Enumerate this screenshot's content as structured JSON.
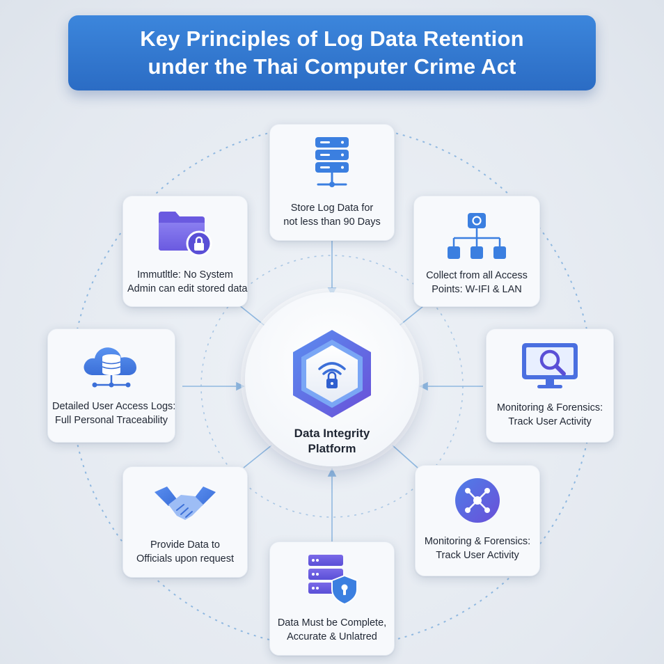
{
  "title": {
    "line1": "Key Principles of Log Data Retention",
    "line2": "under the Thai Computer Crime Act"
  },
  "hub": {
    "line1": "Data Integrity",
    "line2": "Platform",
    "icon": "shield-wifi-lock-icon"
  },
  "nodes": [
    {
      "id": "top",
      "icon": "server-stack-icon",
      "line1": "Store Log Data for",
      "line2": "not less than 90 Days"
    },
    {
      "id": "top-right",
      "icon": "network-hierarchy-icon",
      "line1": "Collect from all Access",
      "line2": "Points: W-IFI & LAN"
    },
    {
      "id": "right",
      "icon": "monitor-search-icon",
      "line1": "Monitoring & Forensics:",
      "line2": "Track User Activity"
    },
    {
      "id": "bottom-right",
      "icon": "network-hub-icon",
      "line1": "Monitoring & Forensics:",
      "line2": "Track User Activity"
    },
    {
      "id": "bottom",
      "icon": "server-shield-icon",
      "line1": "Data Must be Complete,",
      "line2": "Accurate & Unlatred"
    },
    {
      "id": "bottom-left",
      "icon": "handshake-icon",
      "line1": "Provide Data to",
      "line2": "Officials upon request"
    },
    {
      "id": "left",
      "icon": "cloud-database-icon",
      "line1": "Detailed User Access Logs:",
      "line2": "Full Personal Traceability"
    },
    {
      "id": "top-left",
      "icon": "locked-folder-icon",
      "line1": "Immutltle: No System",
      "line2": "Admin can edit stored data"
    }
  ],
  "colors": {
    "banner": "#2f74cc",
    "accent_blue": "#3b7fe0",
    "accent_purple": "#6a5ae0",
    "connector": "#8fb8e0"
  }
}
